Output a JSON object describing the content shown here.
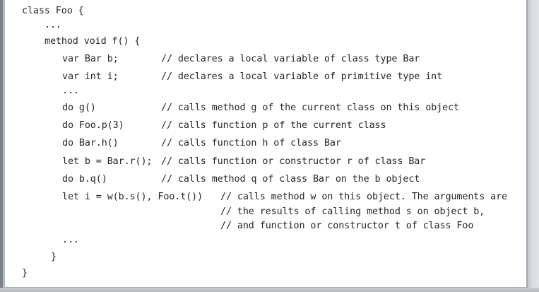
{
  "code": {
    "lines": [
      {
        "code": "class Foo {",
        "comment": ""
      },
      {
        "code": "...",
        "comment": ""
      },
      {
        "code": "method void f() {",
        "comment": ""
      },
      {
        "code": "var Bar b;",
        "comment": "// declares a local variable of class type Bar"
      },
      {
        "code": "var int i;",
        "comment": "// declares a local variable of primitive type int"
      },
      {
        "code": "...",
        "comment": ""
      },
      {
        "code": "do g()",
        "comment": "// calls method g of the current class on this object"
      },
      {
        "code": "do Foo.p(3)",
        "comment": "// calls function p of the current class"
      },
      {
        "code": "do Bar.h()",
        "comment": "// calls function h of class Bar"
      },
      {
        "code": "let b = Bar.r();",
        "comment": "// calls function or constructor r of class Bar"
      },
      {
        "code": "do b.q()",
        "comment": "// calls method q of class Bar on the b object"
      },
      {
        "code": "let i = w(b.s(), Foo.t())",
        "comment": "// calls method w on this object. The arguments are"
      },
      {
        "code": "",
        "comment": "// the results of calling method s on object b,"
      },
      {
        "code": "",
        "comment": "// and function or constructor t of class Foo"
      },
      {
        "code": "...",
        "comment": ""
      },
      {
        "code": "}",
        "comment": ""
      },
      {
        "code": "}",
        "comment": ""
      }
    ]
  }
}
